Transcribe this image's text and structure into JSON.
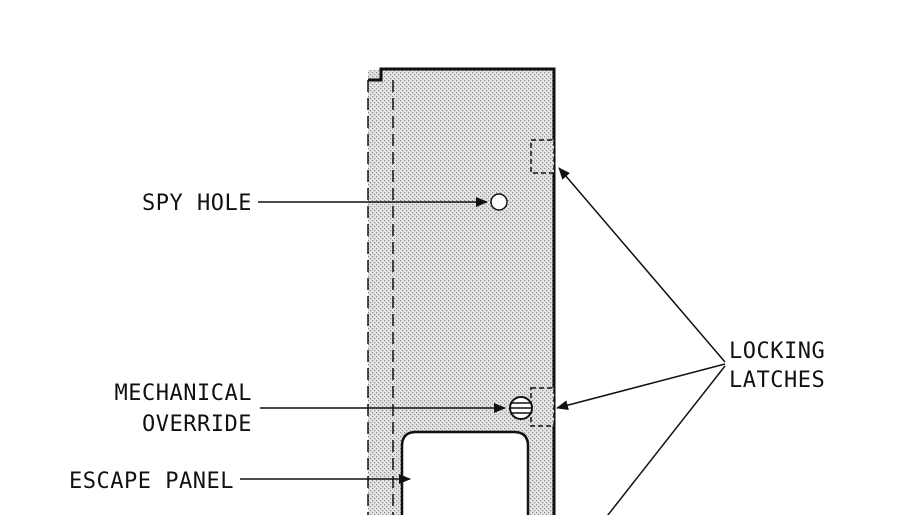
{
  "labels": {
    "spy_hole": "SPY HOLE",
    "mechanical_override_line1": "MECHANICAL",
    "mechanical_override_line2": "OVERRIDE",
    "escape_panel": "ESCAPE PANEL",
    "locking_latches_line1": "LOCKING",
    "locking_latches_line2": "LATCHES"
  },
  "colors": {
    "line": "#111111",
    "background": "#ffffff",
    "stipple_fill": "#e4e4e4",
    "stipple_dot": "#8c8c8c"
  }
}
